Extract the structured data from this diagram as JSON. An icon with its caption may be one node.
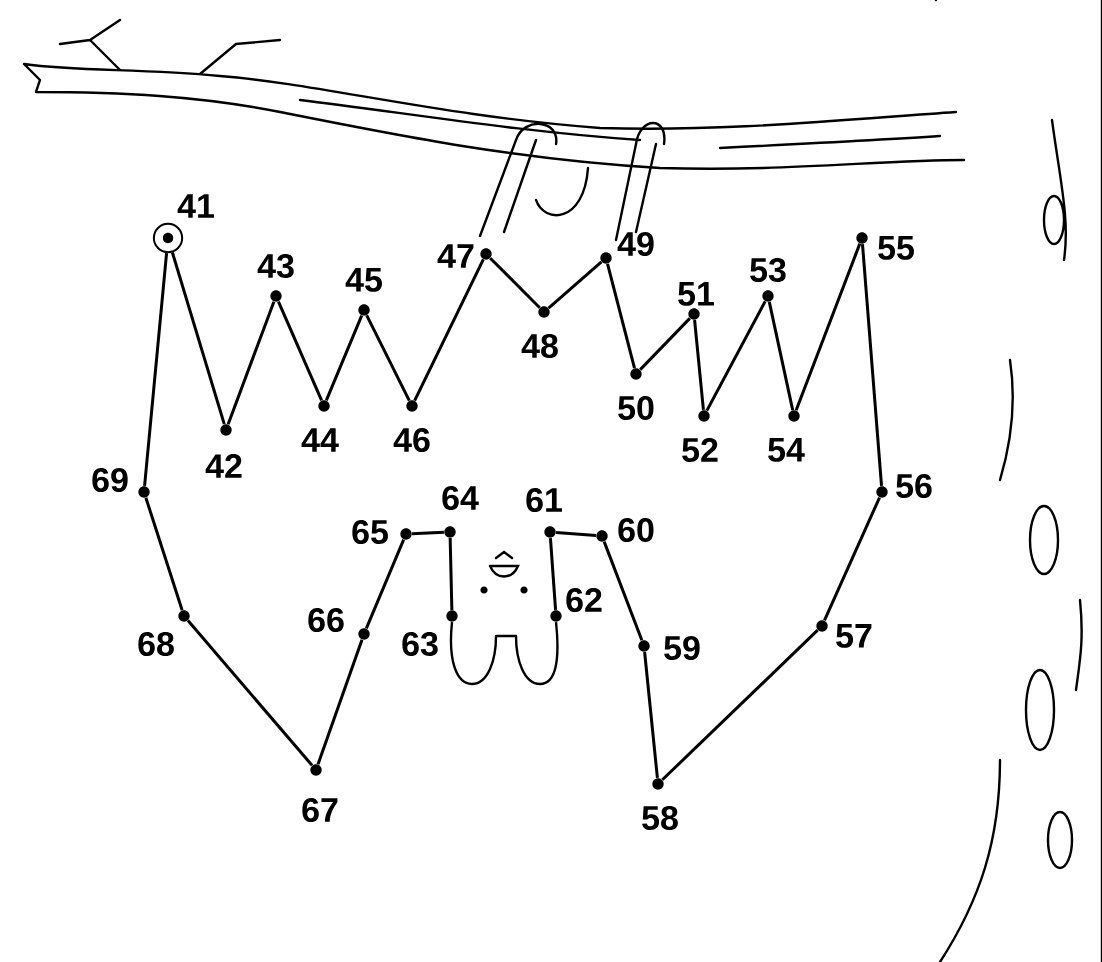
{
  "diagram": {
    "nodes": [
      {
        "text": [],
        "shape": "circle",
        "beside": [
          "41"
        ]
      },
      {
        "text": [],
        "shape": "circle",
        "beside": [
          "42"
        ]
      },
      {
        "text": [],
        "shape": "circle",
        "beside": [
          "43"
        ]
      },
      {
        "text": [],
        "shape": "circle",
        "beside": [
          "44"
        ]
      },
      {
        "text": [],
        "shape": "circle",
        "beside": [
          "45"
        ]
      },
      {
        "text": [],
        "shape": "circle",
        "beside": [
          "46"
        ]
      },
      {
        "text": [],
        "shape": "circle",
        "beside": [
          "47"
        ]
      },
      {
        "text": [],
        "shape": "circle",
        "beside": [
          "48"
        ]
      },
      {
        "text": [],
        "shape": "circle",
        "beside": [
          "49"
        ]
      },
      {
        "text": [],
        "shape": "circle",
        "beside": [
          "50"
        ]
      },
      {
        "text": [],
        "shape": "circle",
        "beside": [
          "51"
        ]
      },
      {
        "text": [],
        "shape": "circle",
        "beside": [
          "52"
        ]
      },
      {
        "text": [],
        "shape": "circle",
        "beside": [
          "53"
        ]
      },
      {
        "text": [],
        "shape": "circle",
        "beside": [
          "54"
        ]
      },
      {
        "text": [],
        "shape": "circle",
        "beside": [
          "55"
        ]
      },
      {
        "text": [],
        "shape": "circle",
        "beside": [
          "56"
        ]
      },
      {
        "text": [],
        "shape": "circle",
        "beside": [
          "57"
        ]
      },
      {
        "text": [],
        "shape": "circle",
        "beside": [
          "58"
        ]
      },
      {
        "text": [],
        "shape": "circle",
        "beside": [
          "59"
        ]
      },
      {
        "text": [],
        "shape": "circle",
        "beside": [
          "60"
        ]
      },
      {
        "text": [],
        "shape": "circle",
        "beside": [
          "61"
        ]
      },
      {
        "text": [],
        "shape": "circle",
        "beside": [
          "62"
        ]
      },
      {
        "text": [],
        "shape": "circle",
        "beside": [
          "63"
        ]
      },
      {
        "text": [],
        "shape": "circle",
        "beside": [
          "64"
        ]
      },
      {
        "text": [],
        "shape": "circle",
        "beside": [
          "65"
        ]
      },
      {
        "text": [],
        "shape": "circle",
        "beside": [
          "66"
        ]
      },
      {
        "text": [],
        "shape": "circle",
        "beside": [
          "67"
        ]
      },
      {
        "text": [],
        "shape": "circle",
        "beside": [
          "68"
        ]
      },
      {
        "text": [],
        "shape": "circle",
        "beside": [
          "69"
        ]
      }
    ],
    "edges": [
      {
        "from": 0,
        "to": 1,
        "arrow": "none"
      },
      {
        "from": 1,
        "to": 2,
        "arrow": "none"
      },
      {
        "from": 2,
        "to": 3,
        "arrow": "none"
      },
      {
        "from": 3,
        "to": 4,
        "arrow": "none"
      },
      {
        "from": 4,
        "to": 5,
        "arrow": "none"
      },
      {
        "from": 5,
        "to": 6,
        "arrow": "none"
      },
      {
        "from": 6,
        "to": 7,
        "arrow": "none"
      },
      {
        "from": 7,
        "to": 8,
        "arrow": "none"
      },
      {
        "from": 8,
        "to": 9,
        "arrow": "none"
      },
      {
        "from": 9,
        "to": 10,
        "arrow": "none"
      },
      {
        "from": 10,
        "to": 11,
        "arrow": "none"
      },
      {
        "from": 11,
        "to": 12,
        "arrow": "none"
      },
      {
        "from": 12,
        "to": 13,
        "arrow": "none"
      },
      {
        "from": 13,
        "to": 14,
        "arrow": "none"
      },
      {
        "from": 14,
        "to": 15,
        "arrow": "none"
      },
      {
        "from": 15,
        "to": 16,
        "arrow": "none"
      },
      {
        "from": 16,
        "to": 17,
        "arrow": "none"
      },
      {
        "from": 17,
        "to": 18,
        "arrow": "none"
      },
      {
        "from": 18,
        "to": 19,
        "arrow": "none"
      },
      {
        "from": 19,
        "to": 20,
        "arrow": "none"
      },
      {
        "from": 20,
        "to": 21,
        "arrow": "none"
      },
      {
        "from": 21,
        "to": 22,
        "arrow": "none"
      },
      {
        "from": 22,
        "to": 23,
        "arrow": "none"
      },
      {
        "from": 23,
        "to": 24,
        "arrow": "none"
      },
      {
        "from": 24,
        "to": 25,
        "arrow": "none"
      },
      {
        "from": 25,
        "to": 26,
        "arrow": "none"
      },
      {
        "from": 26,
        "to": 27,
        "arrow": "none"
      },
      {
        "from": 27,
        "to": 28,
        "arrow": "none"
      },
      {
        "from": 28,
        "to": 0,
        "arrow": "none"
      }
    ]
  }
}
